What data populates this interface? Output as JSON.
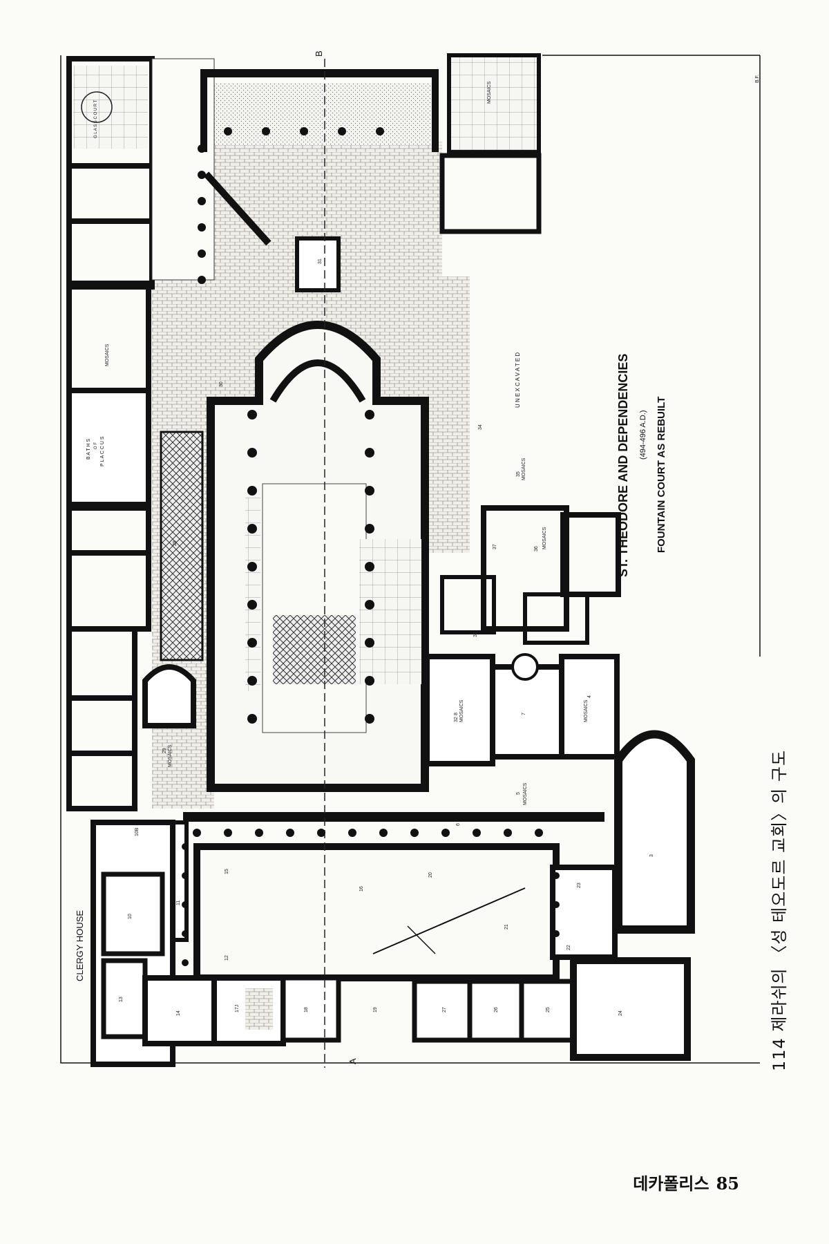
{
  "plan": {
    "title": "ST. THEODORE AND DEPENDENCIES",
    "date": "(494-496 A.D.)",
    "subtitle": "FOUNTAIN COURT AS REBUILT",
    "section_a": "A",
    "section_b": "B",
    "unexcavated": "U N E X C A V A T E D",
    "initials": "B.F.",
    "clergy_house": "CLERGY HOUSE",
    "glass_court": "G L A S S   C O U R T",
    "baths": [
      "B A T H S",
      "O F",
      "P L A C C U S"
    ],
    "mosaics": "MOSAICS",
    "room_numbers": {
      "r3": "3",
      "r4": "4",
      "r5": "5",
      "r6": "6",
      "r7": "7",
      "r8": "8",
      "r10": "10",
      "r10b": "10B",
      "r11": "11",
      "r12": "12",
      "r13": "13",
      "r14": "14",
      "r15": "15",
      "r16": "16",
      "r17j": "17J",
      "r18": "18",
      "r19": "19",
      "r20": "20",
      "r21": "21",
      "r22": "22",
      "r23": "23",
      "r24": "24",
      "r25": "25",
      "r26": "26",
      "r27": "27",
      "r28": "28",
      "r29": "29",
      "r30": "30",
      "r31": "31",
      "r32": "32",
      "r33": "33",
      "r34": "34",
      "r35": "35",
      "r36": "36",
      "r37": "37"
    }
  },
  "caption": "114 제라쉬의 〈성 테오도르 교회〉의 구도",
  "footer": {
    "book_title": "데카폴리스",
    "page_number": "85"
  }
}
